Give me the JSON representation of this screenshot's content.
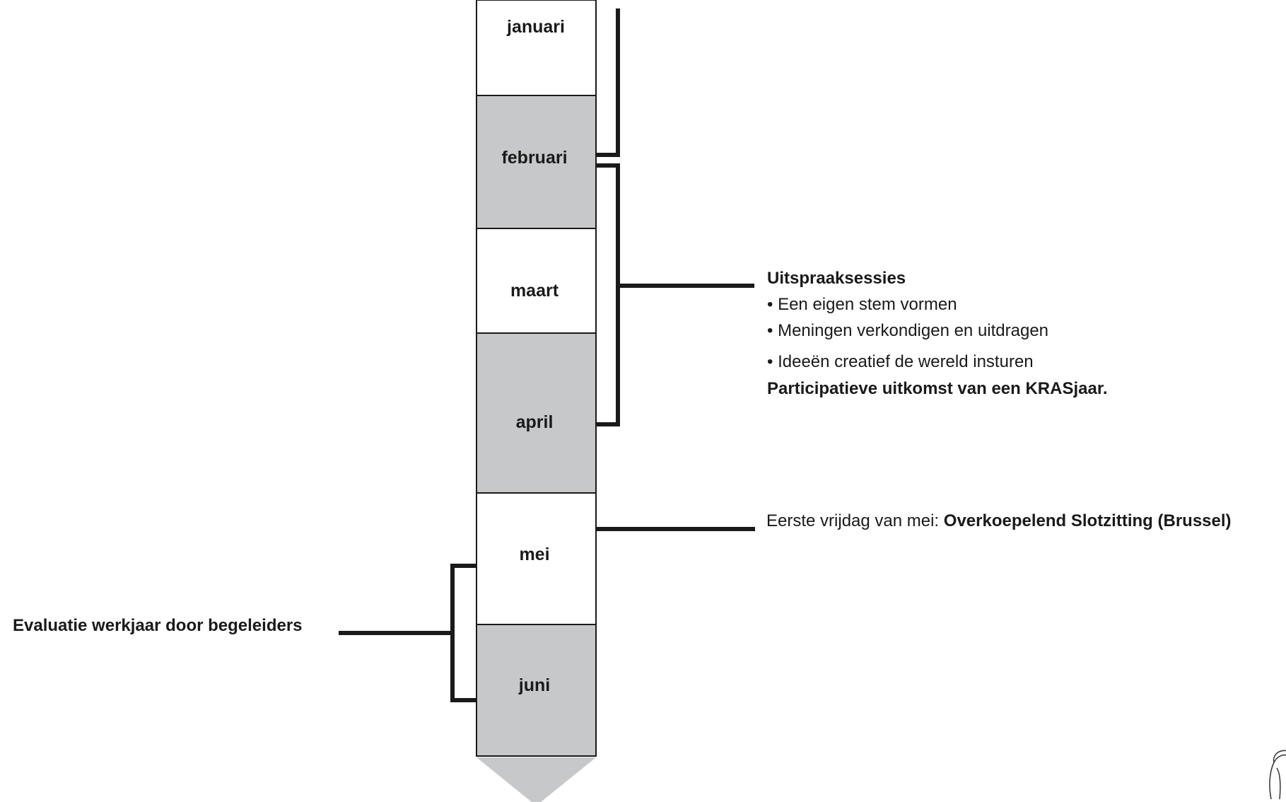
{
  "timeline": {
    "months": [
      {
        "label": "januari",
        "shaded": false
      },
      {
        "label": "februari",
        "shaded": true
      },
      {
        "label": "maart",
        "shaded": false
      },
      {
        "label": "april",
        "shaded": true
      },
      {
        "label": "mei",
        "shaded": false
      },
      {
        "label": "juni",
        "shaded": true
      }
    ],
    "fill_color": "#c7c8ca",
    "stroke_color": "#1a1a1a"
  },
  "uitspraak": {
    "title": "Uitspraaksessies",
    "bullets": [
      "Een eigen stem vormen",
      "Meningen verkondigen en uitdragen",
      "Ideeën creatief de wereld insturen"
    ],
    "conclusion": "Participatieve uitkomst van een KRASjaar."
  },
  "slotzitting": {
    "prefix": "Eerste vrijdag van mei: ",
    "event": "Overkoepelend Slotzitting (Brussel)"
  },
  "evaluatie": {
    "label": "Evaluatie werkjaar door begeleiders"
  }
}
